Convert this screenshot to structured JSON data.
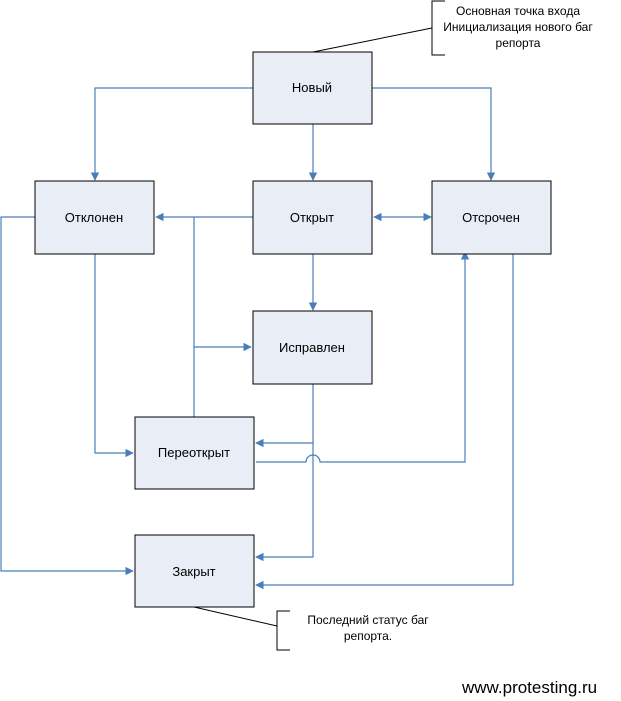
{
  "nodes": {
    "new": "Новый",
    "rejected": "Отклонен",
    "open": "Открыт",
    "deferred": "Отсрочен",
    "fixed": "Исправлен",
    "reopened": "Переоткрыт",
    "closed": "Закрыт"
  },
  "notes": {
    "entry_line1": "Основная точка входа",
    "entry_line2": "Инициализация нового баг",
    "entry_line3": "репорта",
    "last_line1": "Последний статус баг",
    "last_line2": "репорта."
  },
  "footer": "www.protesting.ru",
  "colors": {
    "node_fill": "#e9edf6",
    "edge": "#4a7ebb"
  }
}
